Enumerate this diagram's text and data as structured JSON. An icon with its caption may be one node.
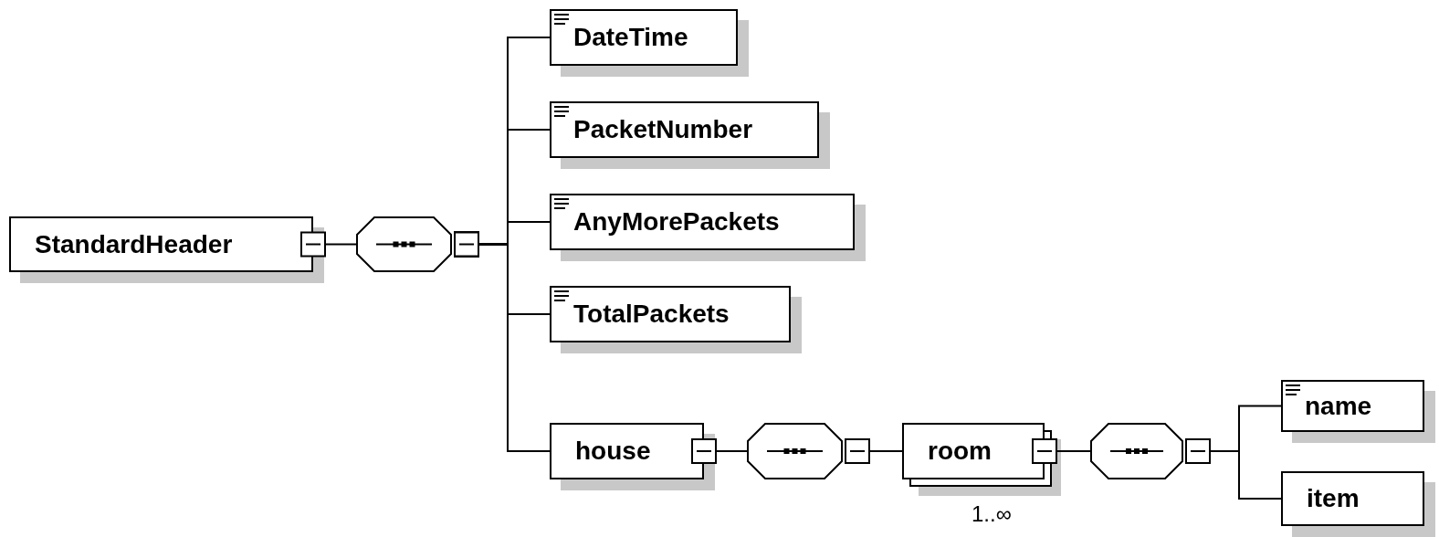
{
  "diagram": {
    "nodes": [
      {
        "text": [
          "StandardHeader"
        ]
      },
      {
        "text": [],
        "shape": "octagon"
      },
      {
        "text": [
          "DateTime"
        ]
      },
      {
        "text": [
          "PacketNumber"
        ]
      },
      {
        "text": [
          "AnyMorePackets"
        ]
      },
      {
        "text": [
          "TotalPackets"
        ]
      },
      {
        "text": [
          "house"
        ]
      },
      {
        "text": [],
        "shape": "octagon"
      },
      {
        "text": [
          "room"
        ],
        "beside": [
          "1..∞"
        ]
      },
      {
        "text": [],
        "shape": "octagon"
      },
      {
        "text": [
          "name"
        ]
      },
      {
        "text": [
          "item"
        ]
      }
    ],
    "edges": [
      {
        "from": 0,
        "to": 1,
        "arrow": "other"
      },
      {
        "from": 1,
        "to": 2,
        "arrow": "other"
      },
      {
        "from": 1,
        "to": 3,
        "arrow": "other"
      },
      {
        "from": 1,
        "to": 4,
        "arrow": "other"
      },
      {
        "from": 1,
        "to": 5,
        "arrow": "other"
      },
      {
        "from": 1,
        "to": 6,
        "arrow": "other"
      },
      {
        "from": 6,
        "to": 7,
        "arrow": "other"
      },
      {
        "from": 7,
        "to": 8,
        "arrow": "other"
      },
      {
        "from": 8,
        "to": 9,
        "arrow": "other"
      },
      {
        "from": 9,
        "to": 10,
        "arrow": "other"
      },
      {
        "from": 9,
        "to": 11,
        "arrow": "other"
      }
    ]
  }
}
